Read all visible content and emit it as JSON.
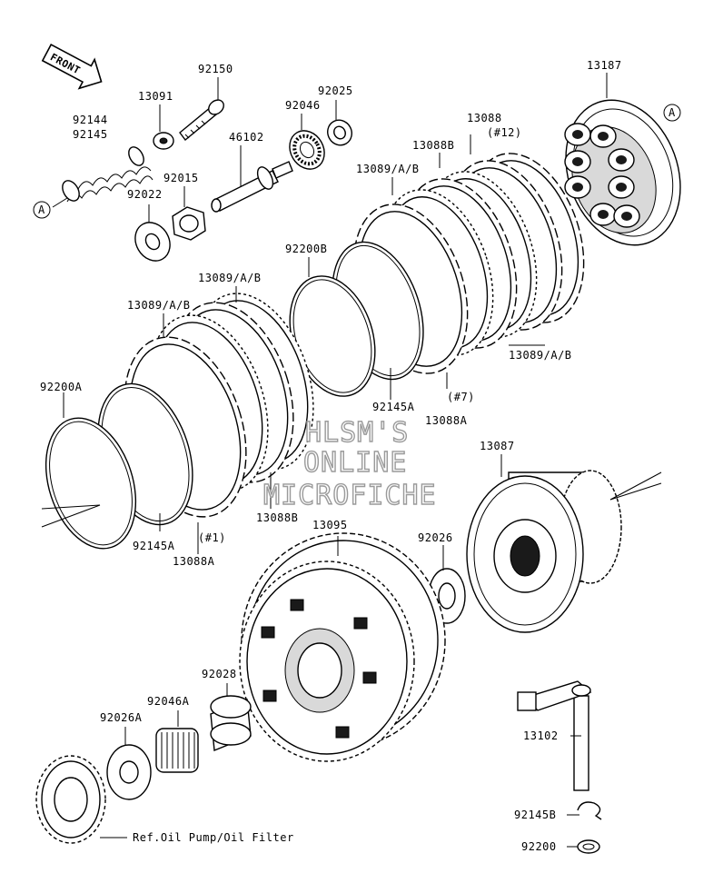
{
  "front_label": "FRONT",
  "circle_ref": "A",
  "watermark": [
    "HLSM'S",
    "ONLINE",
    "MICROFICHE"
  ],
  "labels": {
    "p92150": "92150",
    "p13091": "13091",
    "p92144": "92144",
    "p92145": "92145",
    "p46102": "46102",
    "p92046": "92046",
    "p92025": "92025",
    "p92015": "92015",
    "p92022": "92022",
    "p13187": "13187",
    "p13088": "13088",
    "p12": "(#12)",
    "p13088b_top": "13088B",
    "p13089_top": "13089/A/B",
    "p92200b": "92200B",
    "p13089_mid": "13089/A/B",
    "p13089_left": "13089/A/B",
    "p92200a": "92200A",
    "p13089_right": "13089/A/B",
    "p92145a_mid": "92145A",
    "p7": "(#7)",
    "p13088a_mid": "13088A",
    "p13088b_bot": "13088B",
    "p92145a_left": "92145A",
    "p1": "(#1)",
    "p13088a_left": "13088A",
    "p13095": "13095",
    "p13087": "13087",
    "p92026": "92026",
    "p92028": "92028",
    "p92046a": "92046A",
    "p92026a": "92026A",
    "p13102": "13102",
    "p92145b": "92145B",
    "p92200": "92200",
    "ref_oil": "Ref.Oil Pump/Oil Filter"
  }
}
